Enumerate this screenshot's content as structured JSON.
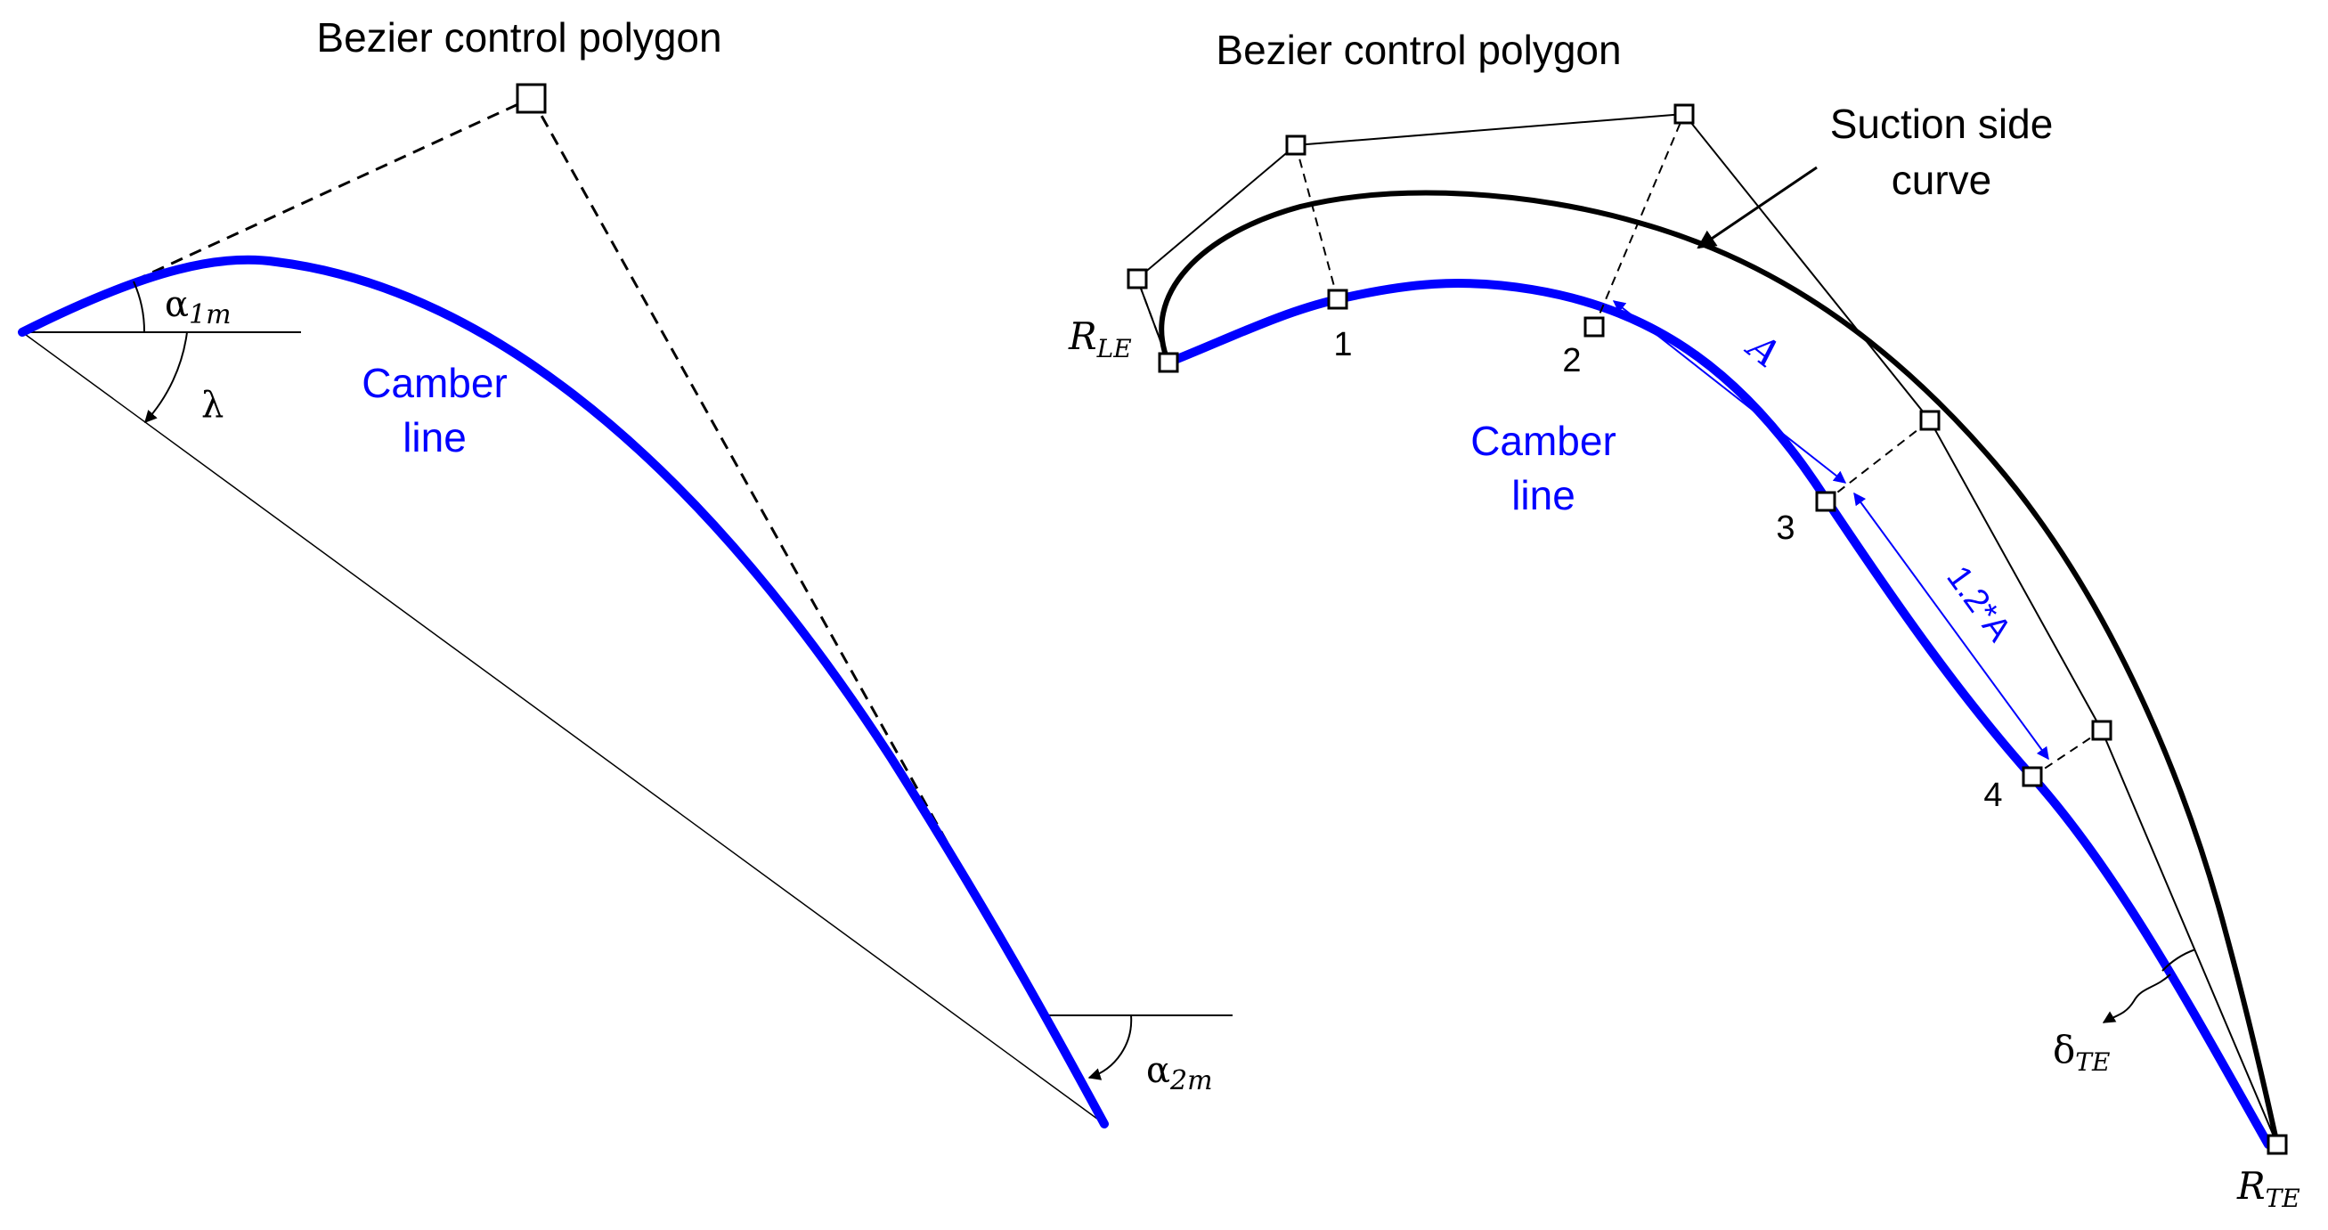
{
  "left_panel": {
    "title": "Bezier control polygon",
    "camber_label_line1": "Camber",
    "camber_label_line2": "line",
    "alpha1": {
      "symbol": "α",
      "subscript": "1m"
    },
    "lambda": "λ",
    "alpha2": {
      "symbol": "α",
      "subscript": "2m"
    }
  },
  "right_panel": {
    "title": "Bezier control polygon",
    "suction_label_line1": "Suction side",
    "suction_label_line2": "curve",
    "camber_label_line1": "Camber",
    "camber_label_line2": "line",
    "point_labels": [
      "1",
      "2",
      "3",
      "4"
    ],
    "r_le": {
      "symbol": "R",
      "subscript": "LE"
    },
    "r_te": {
      "symbol": "R",
      "subscript": "TE"
    },
    "delta_te": {
      "symbol": "δ",
      "subscript": "TE"
    },
    "dim_a": "A",
    "dim_12a": "1.2*A"
  },
  "colors": {
    "camber": "#0000ff",
    "outline": "#000000"
  }
}
